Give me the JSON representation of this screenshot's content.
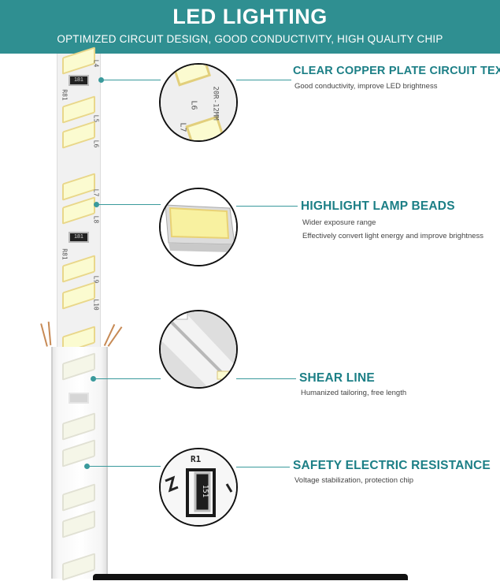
{
  "header": {
    "title": "LED LIGHTING",
    "subtitle": "OPTIMIZED CIRCUIT DESIGN, GOOD CONDUCTIVITY, HIGH QUALITY CHIP"
  },
  "strip_labels": {
    "l4": "L4",
    "l5": "L5",
    "l6": "L6",
    "l7": "L7",
    "l8": "L8",
    "l9": "L9",
    "l10": "L10",
    "r1": "R81",
    "r2": "R81",
    "res": "181"
  },
  "closeup_text": {
    "c1_l6": "L6",
    "c1_l7": "L7",
    "c1_code": "20R-12MM",
    "c4_label": "R1",
    "c4_res": "151"
  },
  "features": [
    {
      "title": "CLEAR COPPER PLATE CIRCUIT TEXT",
      "lines": [
        "Good conductivity, improve LED brightness"
      ]
    },
    {
      "title": "HIGHLIGHT LAMP BEADS",
      "lines": [
        "Wider exposure range",
        "Effectively convert light energy and improve brightness"
      ]
    },
    {
      "title": "SHEAR LINE",
      "lines": [
        "Humanized tailoring, free length"
      ]
    },
    {
      "title": "SAFETY ELECTRIC RESISTANCE",
      "lines": [
        "Voltage stabilization, protection chip"
      ]
    }
  ],
  "colors": {
    "banner": "#2f8f91",
    "accent": "#1c7f86",
    "line": "#3a9a9c"
  }
}
